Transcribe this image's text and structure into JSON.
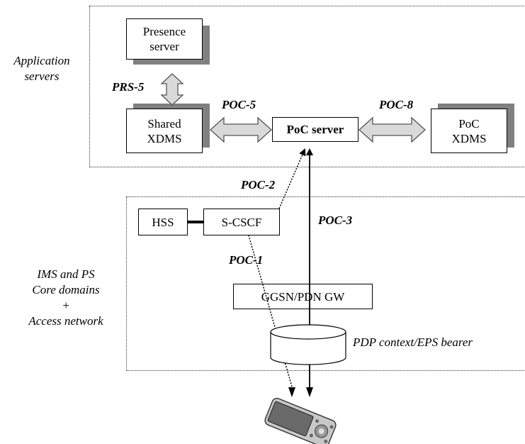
{
  "regions": {
    "application_servers": "Application servers",
    "ims_ps_line1": "IMS and PS",
    "ims_ps_line2": "Core domains",
    "ims_ps_line3": "+",
    "ims_ps_line4": "Access network"
  },
  "nodes": {
    "presence_line1": "Presence",
    "presence_line2": "server",
    "shared_line1": "Shared",
    "shared_line2": "XDMS",
    "poc_server": "PoC server",
    "poc_xdms_line1": "PoC",
    "poc_xdms_line2": "XDMS",
    "hss": "HSS",
    "scscf": "S-CSCF",
    "ggsn": "GGSN/PDN GW",
    "pdp": "PDP context/EPS bearer"
  },
  "interfaces": {
    "prs5": "PRS-5",
    "poc5": "POC-5",
    "poc8": "POC-8",
    "poc2": "POC-2",
    "poc3": "POC-3",
    "poc1": "POC-1"
  }
}
